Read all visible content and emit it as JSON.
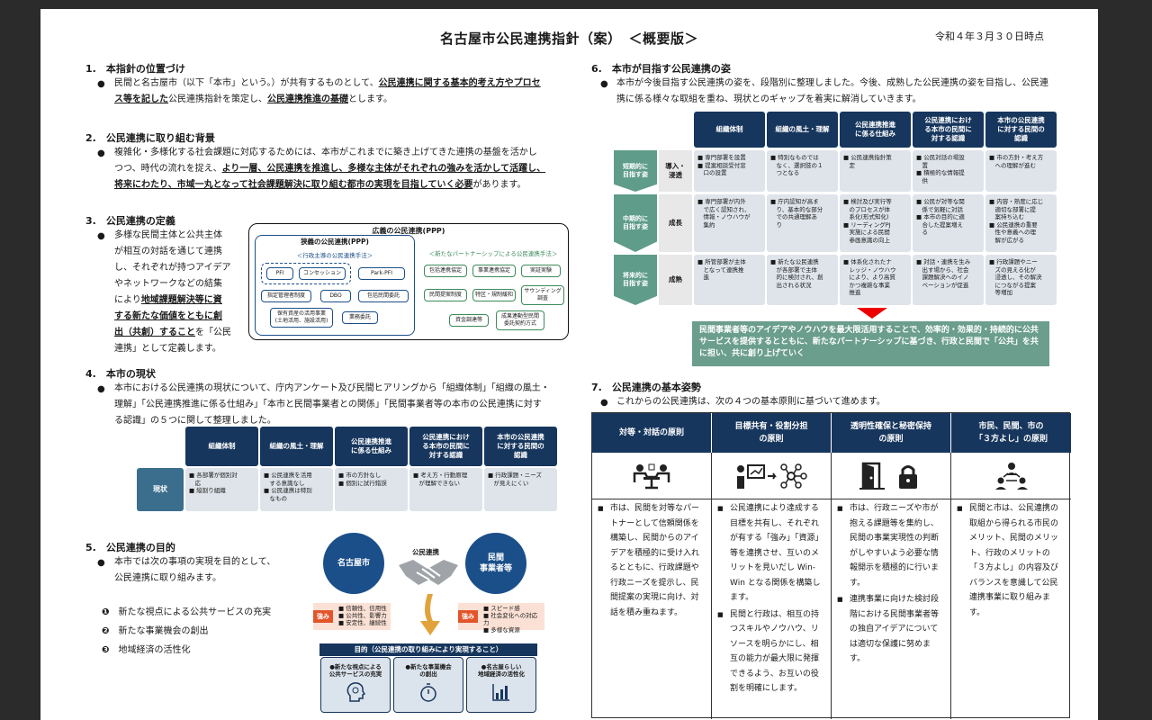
{
  "doc": {
    "title": "名古屋市公民連携指針（案）　＜概要版＞",
    "date": "令和４年３月３０日時点"
  },
  "s1": {
    "heading": "1.　本指針の位置づけ",
    "l1a": "民間と名古屋市（以下「本市」という。）が共有するものとして、",
    "l1u": "公民連携に関する基本的考え方やプロセ",
    "l2u": "ス等を記した",
    "l2b": "公民連携指針を策定し、",
    "l2u2": "公民連携推進の基礎",
    "l2c": "とします。"
  },
  "s2": {
    "heading": "2.　公民連携に取り組む背景",
    "l1": "複雑化・多様化する社会課題に対応するためには、本市がこれまでに築き上げてきた連携の基盤を活かし",
    "l2a": "つつ、時代の流れを捉え、",
    "l2u": "より一層、公民連携を推進し、多様な主体がそれぞれの強みを活かして活躍し、",
    "l3u": "将来にわたり、市域一丸となって社会課題解決に取り組む都市の実現を目指していく必要",
    "l3b": "があります。"
  },
  "s3": {
    "heading": "3.　公民連携の定義",
    "lines": [
      "多様な民間主体と公共主体",
      "が相互の対話を通じて連携",
      "し、それぞれが持つアイデア",
      "やネットワークなどの結集"
    ],
    "l5a": "により",
    "l5u": "地域課題解決等に資",
    "l6u": "する新たな価値をともに創",
    "l7u": "出（共創）すること",
    "l7b": "を「公民",
    "l8": "連携」として定義します。",
    "diagram": {
      "broad": "広義の公民連携(PPP)",
      "narrow": "狭義の公民連携(PPP)",
      "admin": "＜行政主導の公民連携手法＞",
      "partner": "＜新たなパートナーシップによる公民連携手法＞",
      "pfi": "PFI",
      "concession": "コンセッション",
      "parkpfi": "Park-PFI",
      "shitei": "指定管理者制度",
      "dbo": "DBO",
      "housetsu": "包括民間委託",
      "hoyu": "保有資産の活用事業\n(土地活用、施設活用)",
      "gyomu": "業務委託",
      "hokatsu": "包括連携協定",
      "jigyo": "事業連携協定",
      "jisshou": "実証実験",
      "teian": "民間提案制度",
      "tokku": "特区・規制緩和",
      "sounding": "サウンディング\n調査",
      "shikin": "資金調達等",
      "seika": "成果連動型民間\n委託契約方式"
    }
  },
  "s4": {
    "heading": "4.　本市の現状",
    "l1": "本市における公民連携の現状について、庁内アンケート及び民間ヒアリングから「組織体制」「組織の風土・",
    "l2": "理解」「公民連携推進に係る仕組み」「本市と民間事業者との関係」「民間事業者等の本市の公民連携に対す",
    "l3": "る認識」の５つに関して整理しました。",
    "headers": [
      "組織体制",
      "組織の風土・理解",
      "公民連携推進\nに係る仕組み",
      "公民連携におけ\nる本市の民間に\n対する認識",
      "本市の公民連携\nに対する民間の\n認識"
    ],
    "row_label": "現状",
    "cells": [
      "■ 各部署が個別対\n　応\n■ 縦割り組織",
      "■ 公民連携を活用\n　する意識なし\n■ 公民連携は特別\n　なもの",
      "■ 市の方針なし\n■ 個別に試行錯誤",
      "■ 考え方・行動原理\n　が理解できない",
      "■ 行政課題・ニーズ\n　が見えにくい"
    ]
  },
  "s5": {
    "heading": "5.　公民連携の目的",
    "l1": "本市では次の事項の実現を目的として、",
    "l2": "公民連携に取り組みます。",
    "items": [
      "新たな視点による公共サービスの充実",
      "新たな事業機会の創出",
      "地域経済の活性化"
    ],
    "city": "名古屋市",
    "private": "民間\n事業者等",
    "link": "公民連携",
    "strength": "強み",
    "city_str": "■ 信頼性、信用性\n■ 公共性、影響力\n■ 安定性、継続性",
    "priv_str": "■ スピード感\n■ 社会変化への対応力\n■ 多様な資源",
    "bar": "目的（公民連携の取り組みにより実現すること）",
    "goals": [
      "●新たな視点による\n公共サービスの充実",
      "●新たな事業機会\nの創出",
      "●名古屋らしい\n地域経済の活性化"
    ]
  },
  "s6": {
    "heading": "6.　本市が目指す公民連携の姿",
    "l1": "本市が今後目指す公民連携の姿を、段階別に整理しました。今後、成熟した公民連携の姿を目指し、公民連",
    "l2": "携に係る様々な取組を重ね、現状とのギャップを着実に解消していきます。",
    "headers": [
      "組織体制",
      "組織の風土・理解",
      "公民連携推進\nに係る仕組み",
      "公民連携におけ\nる本市の民間に\n対する認識",
      "本市の公民連携\nに対する民間の\n認識"
    ],
    "rows": [
      {
        "term": "短期的に\n目指す姿",
        "stage": "導入・\n浸透",
        "cells": [
          "■ 専門部署を設置\n■ 提案相談受付窓\n　口の設置",
          "■ 特別なものでは\n　なく、選択肢の１\n　つとなる",
          "■ 公民連携指針策\n　定",
          "■ 公民対話の場設\n　置\n■ 積極的な情報提\n　供",
          "■ 市の方針・考え方\n　への理解が進む"
        ]
      },
      {
        "term": "中期的に\n目指す姿",
        "stage": "成長",
        "cells": [
          "■ 専門部署が内外\n　で広く認知され、\n　情報・ノウハウが\n　集約",
          "■ 庁内認知が高ま\n　り、基本的な部分\n　での共通理解あ\n　り",
          "■ 検討及び実行等\n　のプロセスが体\n　系化(形式知化)\n■ リーディングPJ\n　実施による民間\n　参画意識の向上",
          "■ 公民が対等な関\n　係で気軽に対話\n■ 本市の目的に適\n　合した提案増え\n　る",
          "■ 内容・熟度に応じ\n　適切な部署に提\n　案持ち込む\n■ 公民連携の重要\n　性や意義への理\n　解が広がる"
        ]
      },
      {
        "term": "将来的に\n目指す姿",
        "stage": "成熟",
        "cells": [
          "■ 所管部署が主体\n　となって連携推\n　進",
          "■ 新たな公民連携\n　が各部署で主体\n　的に検討され、創\n　出される状況",
          "■ 体系化されたナ\n　レッジ・ノウハウ\n　により、より高質\n　かつ複雑な事業\n　推進",
          "■ 対話・連携を生み\n　出す場から、社会\n　課題解決へのイノ\n　ベーションが促進",
          "■ 行政課題やニー\n　ズの見える化が\n　浸透し、その解決\n　につながる提案\n　等増加"
        ]
      }
    ],
    "vision": "民間事業者等のアイデアやノウハウを最大限活用することで、効率的・効果的・持続的に公共サービスを提供するとともに、新たなパートナーシップに基づき、行政と民間で「公共」を共に担い、共に創り上げていく"
  },
  "s7": {
    "heading": "7.　公民連携の基本姿勢",
    "l1": "これからの公民連携は、次の４つの基本原則に基づいて進めます。",
    "principles": [
      {
        "title": "対等・対話の原則",
        "icon": "meeting-icon",
        "items": [
          "市は、民間を対等なパートナーとして信頼関係を構築し、民間からのアイデアを積極的に受け入れるとともに、行政課題や行政ニーズを提示し、民間提案の実現に向け、対話を積み重ねます。"
        ]
      },
      {
        "title": "目標共有・役割分担\nの原則",
        "icon": "presentation-network-icon",
        "items": [
          "公民連携により達成する目標を共有し、それぞれが有する「強み」「資源」等を連携させ、互いのメリットを見いだし Win-Win となる関係を構築します。",
          "民間と行政は、相互の持つスキルやノウハウ、リソースを明らかにし、相互の能力が最大限に発揮できるよう、お互いの役割を明確にします。"
        ]
      },
      {
        "title": "透明性確保と秘密保持\nの原則",
        "icon": "door-lock-icon",
        "items": [
          "市は、行政ニーズや市が抱える課題等を集約し、民間の事業実現性の判断がしやすいよう必要な情報開示を積極的に行います。",
          "連携事業に向けた検討段階における民間事業者等の独自アイデアについては適切な保護に努めます。"
        ]
      },
      {
        "title": "市民、民間、市の\n「３方よし」の原則",
        "icon": "three-people-icon",
        "items": [
          "民間と市は、公民連携の取組から得られる市民のメリット、民間のメリット、行政のメリットの「３方よし」の内容及びバランスを意識して公民連携事業に取り組みます。"
        ]
      }
    ]
  },
  "colors": {
    "navy": "#17365d",
    "teal": "#5f9c8a",
    "orange": "#e2552b"
  }
}
